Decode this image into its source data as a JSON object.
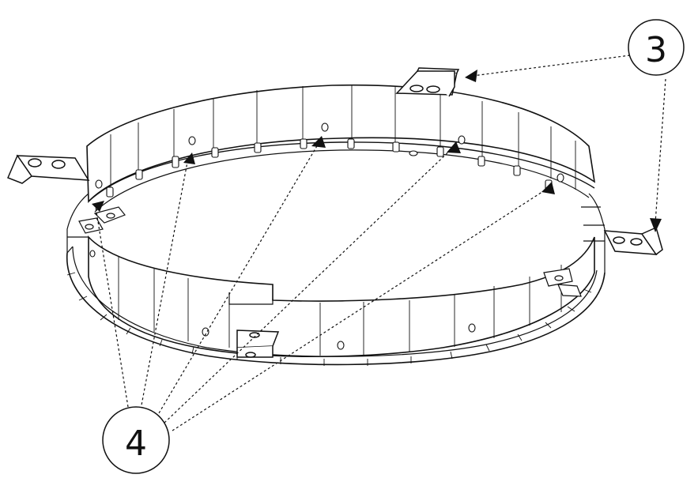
{
  "callouts": [
    {
      "id": "callout-3",
      "label": "3",
      "part": "bracket"
    },
    {
      "id": "callout-4",
      "label": "4",
      "part": "tab-slot"
    }
  ],
  "colors": {
    "line": "#111111",
    "background": "#ffffff",
    "face": "#ffffff"
  }
}
